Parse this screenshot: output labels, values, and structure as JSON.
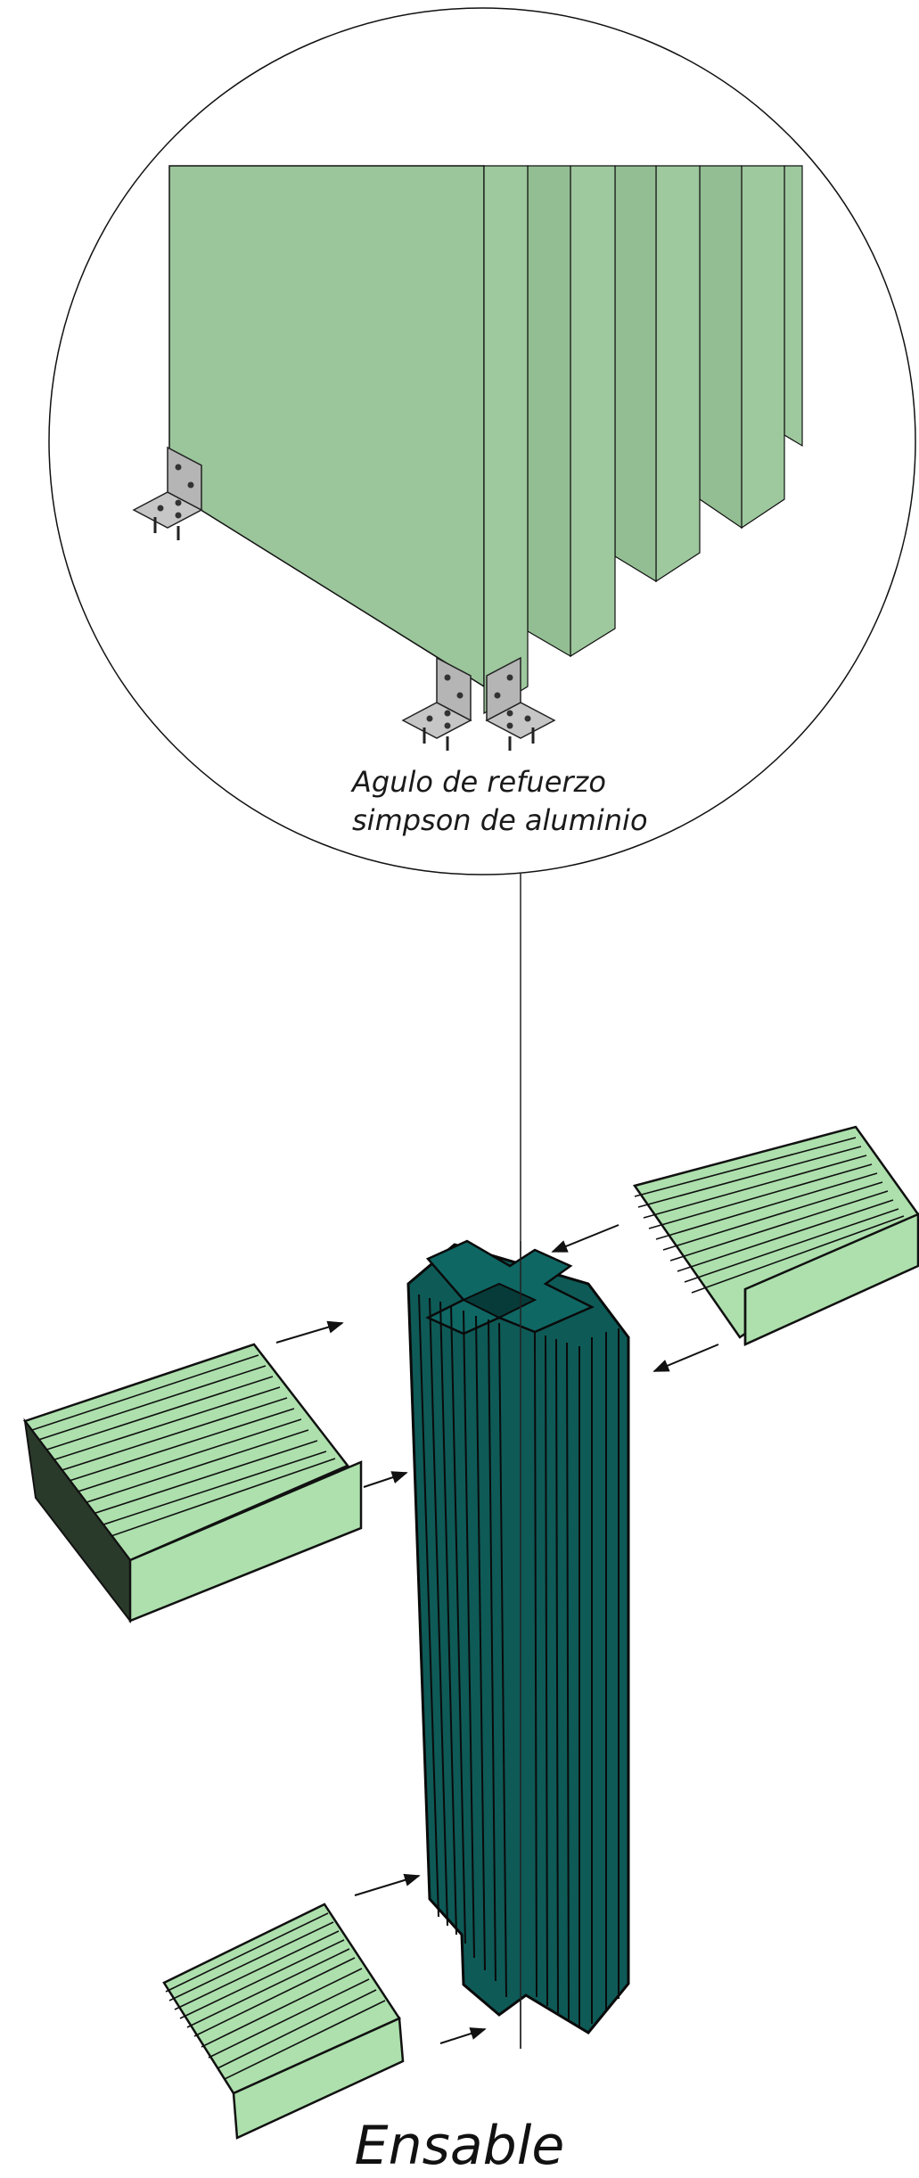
{
  "detail": {
    "label_line1": "Agulo de refuerzo",
    "label_line2": "simpson de aluminio"
  },
  "caption": "Ensable",
  "colors": {
    "panel_light_green": "#9bc59b",
    "block_green": "#ade0ad",
    "column_teal": "#0e5a57",
    "bracket_gray": "#c8c8c8",
    "outline": "#111111"
  },
  "icons": [
    "angle-bracket-icon",
    "arrow-icon"
  ]
}
